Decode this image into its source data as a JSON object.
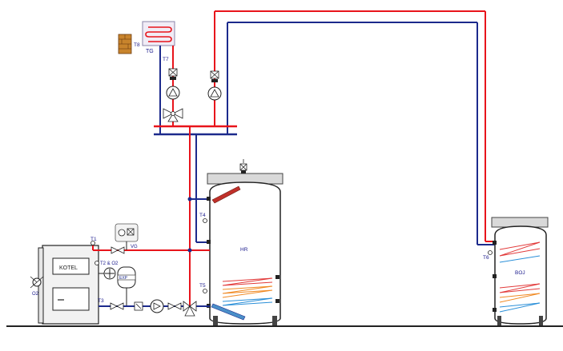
{
  "labels": {
    "kotel": "KOTEL",
    "hr": "HR",
    "boj": "BOJ",
    "tg": "TG",
    "exp": "EXP",
    "t1": "T1",
    "t2_o2": "T2 & O2",
    "t3": "T3",
    "t4": "T4",
    "t5": "T5",
    "t6": "T6",
    "t7": "T7",
    "t8": "T8",
    "o2": "O2",
    "sv": "VG"
  },
  "colors": {
    "supply": "#e8141b",
    "return": "#1c2a8c",
    "coil_red": "#e23a3a",
    "coil_orange": "#f08a24",
    "coil_blue": "#2a8fd8",
    "tank_fill": "#ffffff",
    "tank_shade": "#d9d9d9",
    "brick": "#c8842c"
  }
}
